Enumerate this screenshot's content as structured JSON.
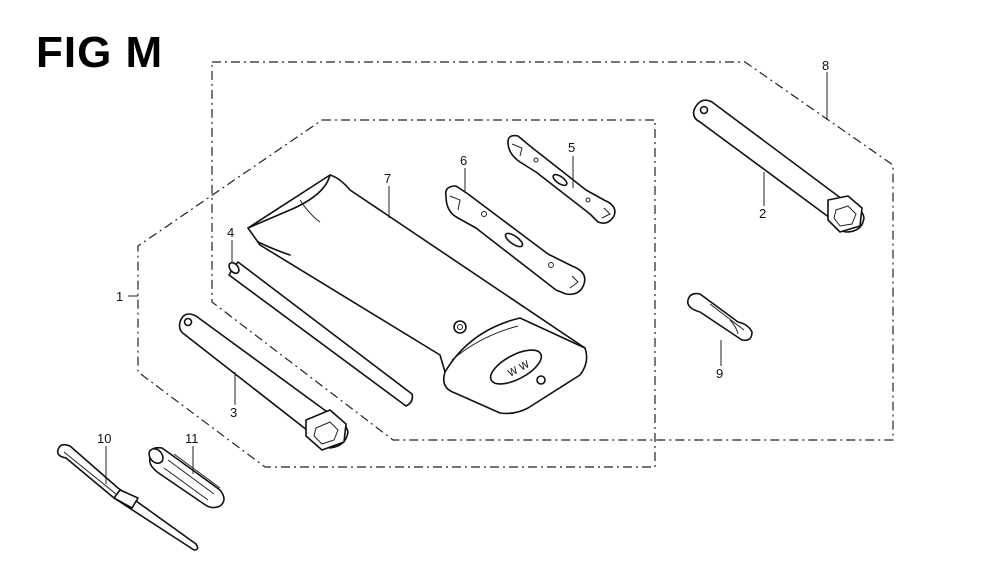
{
  "figure": {
    "title": "FIG M"
  },
  "callouts": {
    "c1": "1",
    "c2": "2",
    "c3": "3",
    "c4": "4",
    "c5": "5",
    "c6": "6",
    "c7": "7",
    "c8": "8",
    "c9": "9",
    "c10": "10",
    "c11": "11"
  }
}
